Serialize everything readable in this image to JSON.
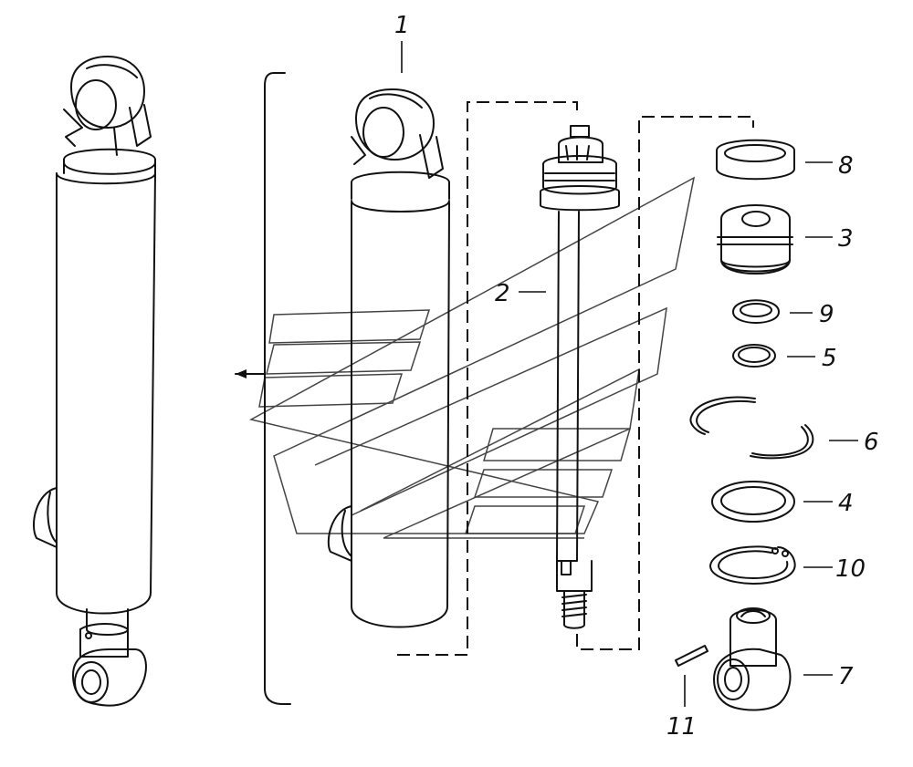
{
  "diagram": {
    "callouts": [
      {
        "id": "c1",
        "text": "1"
      },
      {
        "id": "c2",
        "text": "2"
      },
      {
        "id": "c3",
        "text": "3"
      },
      {
        "id": "c4",
        "text": "4"
      },
      {
        "id": "c5",
        "text": "5"
      },
      {
        "id": "c6",
        "text": "6"
      },
      {
        "id": "c7",
        "text": "7"
      },
      {
        "id": "c8",
        "text": "8"
      },
      {
        "id": "c9",
        "text": "9"
      },
      {
        "id": "c10",
        "text": "10"
      },
      {
        "id": "c11",
        "text": "11"
      }
    ],
    "parts": {
      "assembled_cylinder": "assembled-cylinder",
      "cylinder_body": "cylinder-body",
      "piston_rod": "piston-rod",
      "guide_ring": "guide-ring",
      "gland": "gland",
      "seal_ring": "seal-ring",
      "o_ring": "o-ring",
      "snap_ring_halves": "snap-ring-halves",
      "washer": "washer",
      "retaining_ring": "retaining-ring",
      "rod_end_eye": "rod-end-eye",
      "pin": "pin"
    }
  }
}
